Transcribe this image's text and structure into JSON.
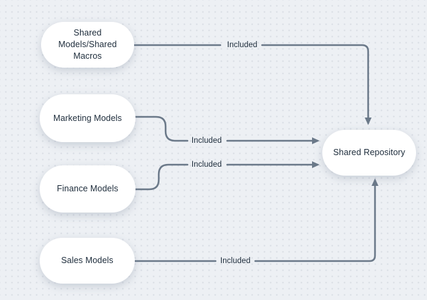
{
  "diagram": {
    "type": "flowchart",
    "colors": {
      "background": "#edf0f4",
      "grid_dots": "#d6dbe2",
      "node_fill": "#ffffff",
      "connector": "#6b7989",
      "text": "#1c2b3a"
    },
    "nodes": [
      {
        "id": "shared-models-macros",
        "label": "Shared Models/Shared Macros",
        "lines": [
          "Shared",
          "Models/Shared",
          "Macros"
        ]
      },
      {
        "id": "marketing-models",
        "label": "Marketing Models"
      },
      {
        "id": "finance-models",
        "label": "Finance Models"
      },
      {
        "id": "sales-models",
        "label": "Sales Models"
      },
      {
        "id": "shared-repository",
        "label": "Shared Repository"
      }
    ],
    "edges": [
      {
        "from": "shared-models-macros",
        "to": "shared-repository",
        "label": "Included"
      },
      {
        "from": "marketing-models",
        "to": "shared-repository",
        "label": "Included"
      },
      {
        "from": "finance-models",
        "to": "shared-repository",
        "label": "Included"
      },
      {
        "from": "sales-models",
        "to": "shared-repository",
        "label": "Included"
      }
    ]
  }
}
